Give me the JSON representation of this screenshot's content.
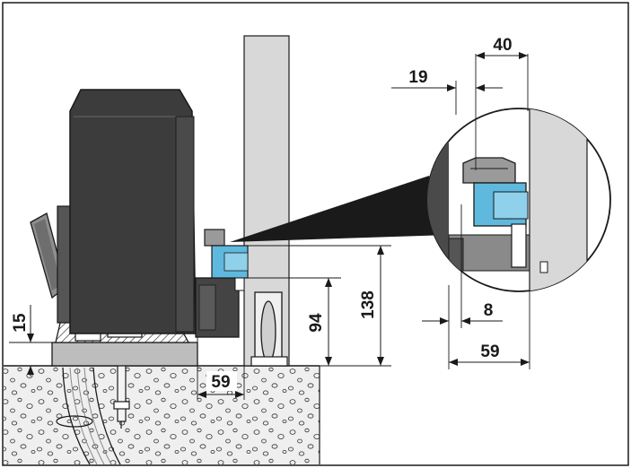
{
  "diagram": {
    "main_view": {
      "dimensions": {
        "ground_clearance": "15",
        "rack_offset": "59",
        "rack_height_low": "94",
        "rack_height_high": "138"
      }
    },
    "detail_view": {
      "dimensions": {
        "top_offset": "40",
        "gear_offset": "19",
        "gap": "8",
        "bottom_offset": "59"
      }
    },
    "colors": {
      "motor_body": "#3c3c3c",
      "rack_blue": "#5fb9df",
      "gate_grey": "#d8d8d8",
      "ground": "#e9e9e9",
      "line": "#1a1a1a"
    }
  }
}
